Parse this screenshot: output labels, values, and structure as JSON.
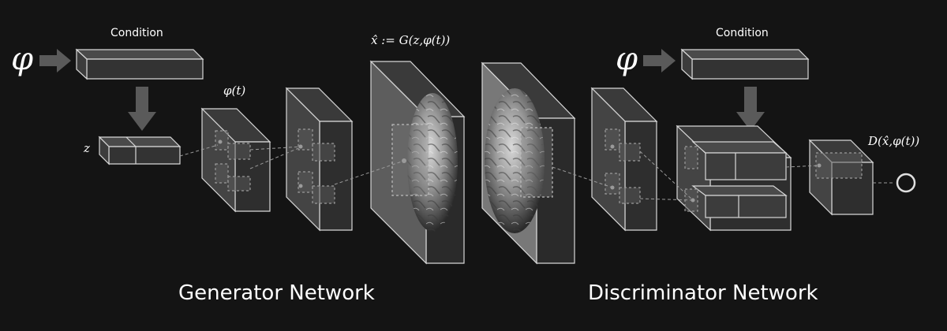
{
  "generator": {
    "phi_symbol": "φ",
    "condition_label": "Condition",
    "z_label": "z",
    "phi_t_label": "φ(t)",
    "output_label": "x̂ := G(z,φ(t))",
    "network_title": "Generator Network"
  },
  "discriminator": {
    "phi_symbol": "φ",
    "condition_label": "Condition",
    "output_label": "D(x̂,φ(t))",
    "network_title": "Discriminator Network"
  },
  "colors": {
    "background": "#141414",
    "box_face": "#3a3a3a",
    "box_edge": "#d8d8d8",
    "arrow": "#5a5a5a"
  }
}
